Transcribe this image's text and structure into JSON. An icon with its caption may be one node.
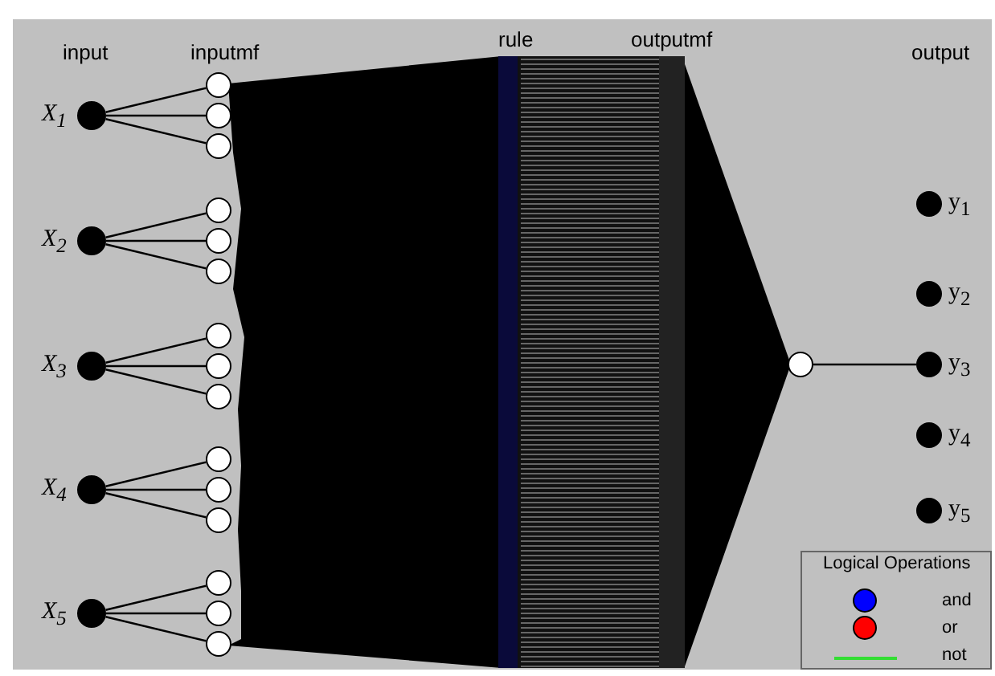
{
  "diagram": {
    "nodes": [
      {
        "text": [],
        "shape": "circle",
        "beside": [
          "X$_{1}$"
        ]
      },
      {
        "text": [],
        "shape": "circle",
        "beside": [
          "X$_{2}$"
        ]
      },
      {
        "text": [],
        "shape": "circle",
        "beside": [
          "X$_{3}$"
        ]
      },
      {
        "text": [],
        "shape": "circle",
        "beside": [
          "X$_{4}$"
        ]
      },
      {
        "text": [],
        "shape": "circle",
        "beside": [
          "X$_{5}$"
        ]
      },
      {
        "text": [],
        "shape": "circle"
      },
      {
        "text": [],
        "shape": "circle"
      },
      {
        "text": [],
        "shape": "circle"
      },
      {
        "text": [],
        "shape": "circle"
      },
      {
        "text": [],
        "shape": "circle"
      },
      {
        "text": [],
        "shape": "circle"
      },
      {
        "text": [],
        "shape": "circle"
      },
      {
        "text": [],
        "shape": "circle"
      },
      {
        "text": [],
        "shape": "circle"
      },
      {
        "text": [],
        "shape": "circle"
      },
      {
        "text": [],
        "shape": "circle"
      },
      {
        "text": [],
        "shape": "circle"
      },
      {
        "text": [],
        "shape": "circle"
      },
      {
        "text": [],
        "shape": "circle"
      },
      {
        "text": [],
        "shape": "circle"
      },
      {
        "text": [],
        "shape": "circle"
      },
      {
        "text": [],
        "shape": "circle",
        "beside": [
          "y$_{1}$"
        ]
      },
      {
        "text": [],
        "shape": "circle",
        "beside": [
          "y$_{2}$"
        ]
      },
      {
        "text": [],
        "shape": "circle",
        "beside": [
          "y$_{3}$"
        ]
      },
      {
        "text": [],
        "shape": "circle",
        "beside": [
          "y$_{4}$"
        ]
      },
      {
        "text": [],
        "shape": "circle",
        "beside": [
          "y$_{5}$"
        ]
      }
    ],
    "edges": [
      {
        "from": 0,
        "to": 5,
        "arrow": "none"
      },
      {
        "from": 0,
        "to": 6,
        "arrow": "none"
      },
      {
        "from": 0,
        "to": 7,
        "arrow": "none"
      },
      {
        "from": 1,
        "to": 8,
        "arrow": "none"
      },
      {
        "from": 1,
        "to": 9,
        "arrow": "none"
      },
      {
        "from": 1,
        "to": 10,
        "arrow": "none"
      },
      {
        "from": 2,
        "to": 11,
        "arrow": "none"
      },
      {
        "from": 2,
        "to": 12,
        "arrow": "none"
      },
      {
        "from": 2,
        "to": 13,
        "arrow": "none"
      },
      {
        "from": 3,
        "to": 14,
        "arrow": "none"
      },
      {
        "from": 3,
        "to": 15,
        "arrow": "none"
      },
      {
        "from": 3,
        "to": 16,
        "arrow": "none"
      },
      {
        "from": 4,
        "to": 17,
        "arrow": "none"
      },
      {
        "from": 4,
        "to": 18,
        "arrow": "none"
      },
      {
        "from": 4,
        "to": 19,
        "arrow": "none"
      },
      {
        "from": 20,
        "to": 23,
        "arrow": "none"
      }
    ],
    "labels": [
      "input",
      "inputmf",
      "rule",
      "outputmf",
      "output",
      "Logical Operations"
    ],
    "legend": [
      {
        "text": "and"
      },
      {
        "text": "or"
      },
      {
        "text": "not"
      }
    ]
  }
}
